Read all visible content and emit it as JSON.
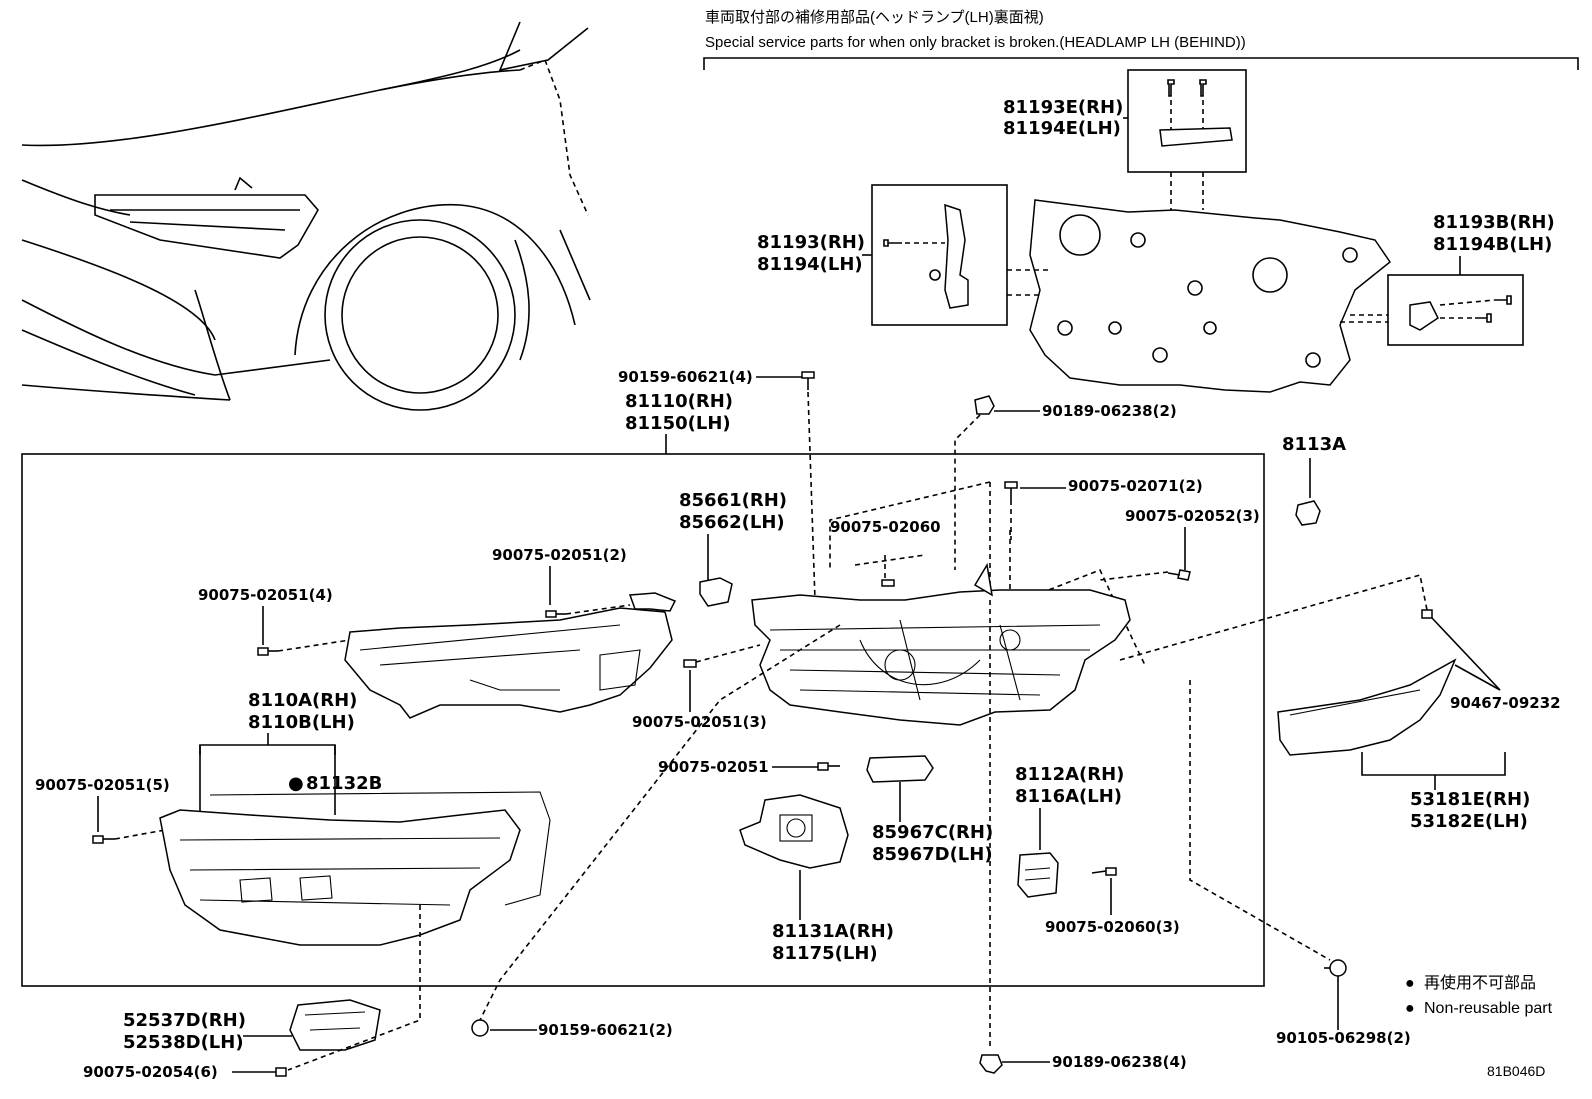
{
  "header": {
    "jp_title": "車両取付部の補修用部品(ヘッドランプ(LH)裏面視)",
    "en_title": "Special service parts for when only bracket is broken.(HEADLAMP LH (BEHIND))"
  },
  "labels": {
    "p81193E": "81193E(RH)",
    "p81194E": "81194E(LH)",
    "p81193": "81193(RH)",
    "p81194": "81194(LH)",
    "p81193B": "81193B(RH)",
    "p81194B": "81194B(LH)",
    "b90159_60621_4": "90159-60621(4)",
    "p81110": "81110(RH)",
    "p81150": "81150(LH)",
    "b90189_06238_2": "90189-06238(2)",
    "p8113A": "8113A",
    "b90075_02071_2": "90075-02071(2)",
    "p85661": "85661(RH)",
    "p85662": "85662(LH)",
    "b90075_02060": "90075-02060",
    "b90075_02052_3": "90075-02052(3)",
    "b90075_02051_2": "90075-02051(2)",
    "b90075_02051_4": "90075-02051(4)",
    "p8110A": "8110A(RH)",
    "p8110B": "8110B(LH)",
    "p81132B": "81132B",
    "b90075_02051_5": "90075-02051(5)",
    "b90075_02051_3": "90075-02051(3)",
    "b90075_02051": "90075-02051",
    "p8112A": "8112A(RH)",
    "p8116A": "8116A(LH)",
    "b90467_09232": "90467-09232",
    "p53181E": "53181E(RH)",
    "p53182E": "53182E(LH)",
    "p85967C": "85967C(RH)",
    "p85967D": "85967D(LH)",
    "p81131A": "81131A(RH)",
    "p81175": "81175(LH)",
    "b90075_02060_3": "90075-02060(3)",
    "p52537D": "52537D(RH)",
    "p52538D": "52538D(LH)",
    "b90159_60621_2": "90159-60621(2)",
    "b90075_02054_6": "90075-02054(6)",
    "b90189_06238_4": "90189-06238(4)",
    "b90105_06298_2": "90105-06298(2)"
  },
  "legend": {
    "jp": "再使用不可部品",
    "en": "Non-reusable part",
    "bullet": "●"
  },
  "diagram_code": "81B046D"
}
